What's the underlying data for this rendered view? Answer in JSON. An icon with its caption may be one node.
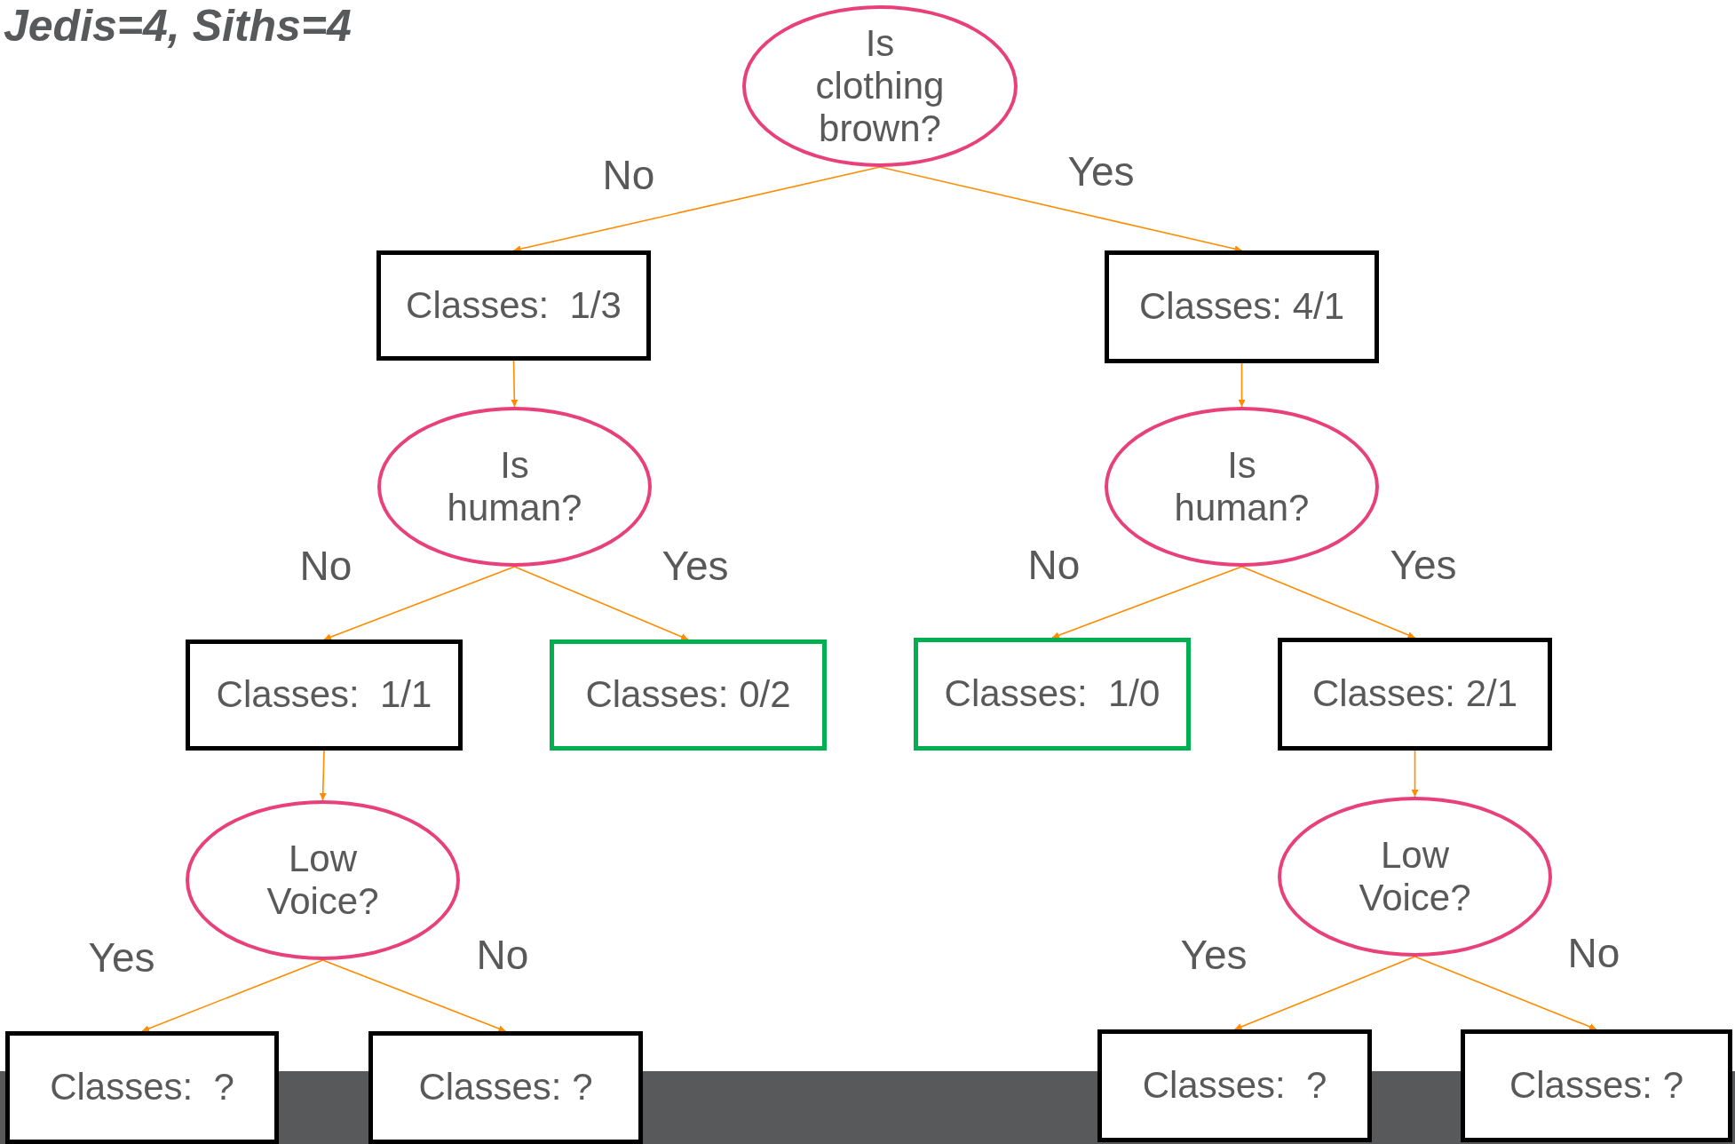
{
  "diagram": {
    "title": "Jedis=4, Siths=4",
    "nodes": [
      {
        "text": [
          "Is clothing brown?"
        ]
      },
      {
        "text": [
          "Classes:  1/3"
        ]
      },
      {
        "text": [
          "Classes: 4/1"
        ]
      },
      {
        "text": [
          "Is human?"
        ]
      },
      {
        "text": [
          "Is human?"
        ]
      },
      {
        "text": [
          "Classes:  1/1"
        ]
      },
      {
        "text": [
          "Classes: 0/2"
        ]
      },
      {
        "text": [
          "Classes:  1/0"
        ]
      },
      {
        "text": [
          "Classes: 2/1"
        ]
      },
      {
        "text": [
          "Low Voice?"
        ]
      },
      {
        "text": [
          "Low Voice?"
        ]
      },
      {
        "text": [
          "Classes:  ?"
        ]
      },
      {
        "text": [
          "Classes: ?"
        ]
      },
      {
        "text": [
          "Classes:  ?"
        ]
      },
      {
        "text": [
          "Classes: ?"
        ]
      }
    ],
    "edges": [
      {
        "from": 0,
        "to": 1,
        "arrow": "to",
        "label": "No"
      },
      {
        "from": 0,
        "to": 2,
        "arrow": "to",
        "label": "Yes"
      },
      {
        "from": 1,
        "to": 3,
        "arrow": "to"
      },
      {
        "from": 2,
        "to": 4,
        "arrow": "to"
      },
      {
        "from": 3,
        "to": 5,
        "arrow": "to",
        "label": "No"
      },
      {
        "from": 3,
        "to": 6,
        "arrow": "to",
        "label": "Yes"
      },
      {
        "from": 4,
        "to": 7,
        "arrow": "to",
        "label": "No"
      },
      {
        "from": 4,
        "to": 8,
        "arrow": "to",
        "label": "Yes"
      },
      {
        "from": 5,
        "to": 9,
        "arrow": "to"
      },
      {
        "from": 8,
        "to": 10,
        "arrow": "to"
      },
      {
        "from": 9,
        "to": 11,
        "arrow": "to",
        "label": "Yes"
      },
      {
        "from": 9,
        "to": 12,
        "arrow": "to",
        "label": "No"
      },
      {
        "from": 10,
        "to": 13,
        "arrow": "to",
        "label": "Yes"
      },
      {
        "from": 10,
        "to": 14,
        "arrow": "to",
        "label": "No"
      }
    ]
  }
}
